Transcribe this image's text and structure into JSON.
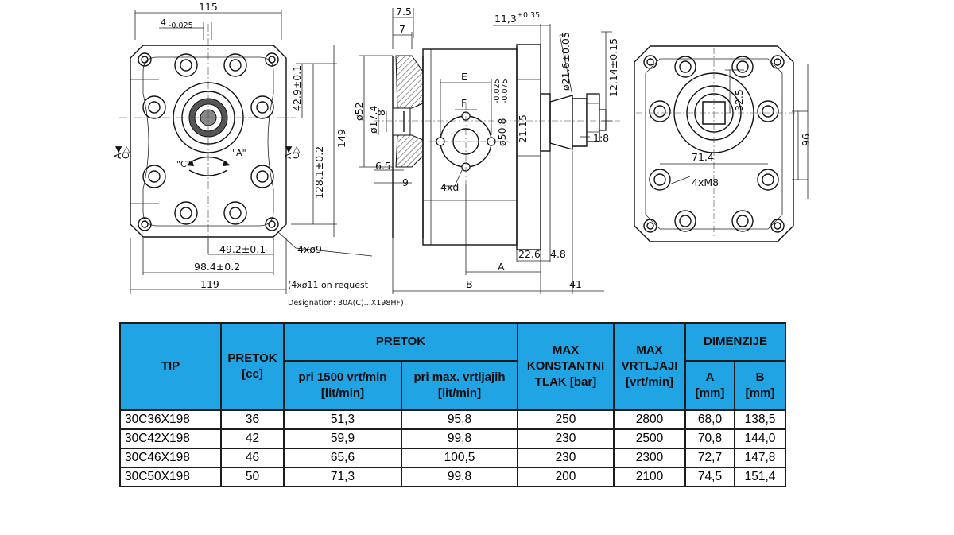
{
  "drawing": {
    "dims": {
      "top_width": "115",
      "offset": "4",
      "offset_tol": "-0.025",
      "v_42": "42.9±0.1",
      "v_128": "128.1±0.2",
      "v_149": "149",
      "h_49": "49.2±0.1",
      "h_98": "98.4±0.2",
      "bottom_width": "119",
      "holes": "4xø9",
      "note": "(4xø11 on request",
      "designation": "Designation: 30A(C)...X198HF)",
      "d_7_5": "7.5",
      "d_7": "7",
      "d_52": "ø52",
      "d_17_4": "ø17.4",
      "d_8": "8",
      "d_6_5": "6.5",
      "d_9": "9",
      "d_E": "E",
      "d_F": "F",
      "d_4xd": "4xd",
      "d_11_3": "11,3",
      "d_11_3_tol": "±0.35",
      "d_21_6": "ø21.6±0.05",
      "d_12_14": "12.14±0.15",
      "d_50_8": "ø50.8",
      "d_50_8_tol_a": "-0.025",
      "d_50_8_tol_b": "-0.075",
      "d_21_15": "21.15",
      "d_taper": "1:8",
      "d_22_6": "22.6",
      "d_4_8": "4.8",
      "d_A": "A",
      "d_B": "B",
      "d_41": "41",
      "d_32_5": "32.5",
      "d_71_4": "71.4",
      "d_96": "96",
      "d_4xM8": "4xM8",
      "rot_A_left": "A◀",
      "rot_C_left": "C▷",
      "rot_A_right": "A◀",
      "rot_C_right": "C▷",
      "arc_A": "\"A\"",
      "arc_C": "\"C\""
    }
  },
  "table": {
    "headers": {
      "tip": "TIP",
      "pretok_cc_1": "PRETOK",
      "pretok_cc_2": "[cc]",
      "pretok": "PRETOK",
      "pri1500_1": "pri 1500 vrt/min",
      "pri1500_2": "[lit/min]",
      "primax_1": "pri max. vrtljajih",
      "primax_2": "[lit/min]",
      "max_tlak_1": "MAX",
      "max_tlak_2": "KONSTANTNI",
      "max_tlak_3": "TLAK [bar]",
      "max_vrt_1": "MAX",
      "max_vrt_2": "VRTLJAJI",
      "max_vrt_3": "[vrt/min]",
      "dimenzije": "DIMENZIJE",
      "a_1": "A",
      "a_2": "[mm]",
      "b_1": "B",
      "b_2": "[mm]"
    },
    "rows": [
      [
        "30C36X198",
        "36",
        "51,3",
        "95,8",
        "250",
        "2800",
        "68,0",
        "138,5"
      ],
      [
        "30C42X198",
        "42",
        "59,9",
        "99,8",
        "230",
        "2500",
        "70,8",
        "144,0"
      ],
      [
        "30C46X198",
        "46",
        "65,6",
        "100,5",
        "230",
        "2300",
        "72,7",
        "147,8"
      ],
      [
        "30C50X198",
        "50",
        "71,3",
        "99,8",
        "200",
        "2100",
        "74,5",
        "151,4"
      ]
    ]
  }
}
